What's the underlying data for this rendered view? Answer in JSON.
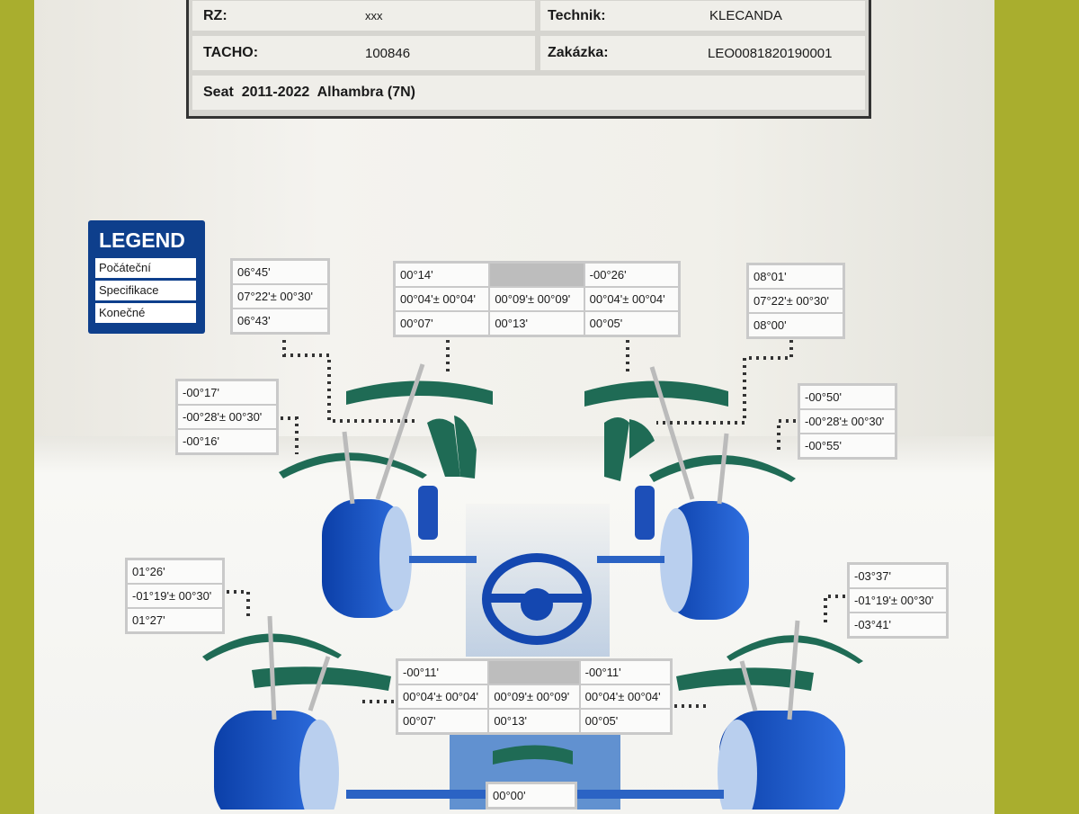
{
  "header": {
    "rz_label": "RZ:",
    "rz_value": "xxx",
    "technik_label": "Technik:",
    "technik_value": "KLECANDA",
    "tacho_label": "TACHO:",
    "tacho_value": "100846",
    "zakazka_label": "Zakázka:",
    "zakazka_value": "LEO0081820190001",
    "vehicle": "Seat  2011-2022  Alhambra (7N)"
  },
  "legend": {
    "title": "LEGEND",
    "items": [
      "Počáteční",
      "Specifikace",
      "Konečné"
    ]
  },
  "front": {
    "left_caster": [
      "06°45'",
      "07°22'± 00°30'",
      "06°43'"
    ],
    "right_caster": [
      "08°01'",
      "07°22'± 00°30'",
      "08°00'"
    ],
    "toe": {
      "initial": [
        "00°14'",
        "",
        "-00°26'"
      ],
      "spec": [
        "00°04'± 00°04'",
        "00°09'± 00°09'",
        "00°04'± 00°04'"
      ],
      "final": [
        "00°07'",
        "00°13'",
        "00°05'"
      ]
    },
    "left_camber": [
      "-00°17'",
      "-00°28'± 00°30'",
      "-00°16'"
    ],
    "right_camber": [
      "-00°50'",
      "-00°28'± 00°30'",
      "-00°55'"
    ]
  },
  "rear": {
    "left_camber": [
      "01°26'",
      "-01°19'± 00°30'",
      "01°27'"
    ],
    "right_camber": [
      "-03°37'",
      "-01°19'± 00°30'",
      "-03°41'"
    ],
    "toe": {
      "initial": [
        "-00°11'",
        "",
        "-00°11'"
      ],
      "spec": [
        "00°04'± 00°04'",
        "00°09'± 00°09'",
        "00°04'± 00°04'"
      ],
      "final": [
        "00°07'",
        "00°13'",
        "00°05'"
      ]
    },
    "thrust": "00°00'"
  }
}
